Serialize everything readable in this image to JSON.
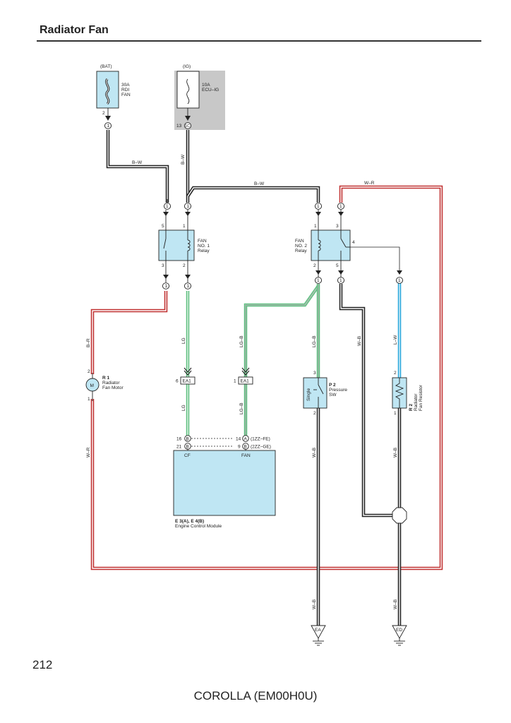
{
  "page": {
    "title": "Radiator Fan",
    "page_number": "212",
    "footer": "COROLLA (EM00H0U)"
  },
  "sources": {
    "bat": {
      "label": "(BAT)",
      "fuse": [
        "30A",
        "RDI",
        "FAN"
      ],
      "pin": "2",
      "connector": "1"
    },
    "ig": {
      "label": "(IG)",
      "fuse": [
        "10A",
        "ECU–IG"
      ],
      "pin": "13",
      "connector": "1C"
    }
  },
  "wires": {
    "bw_top": "B–W",
    "bw_vertical": "B–W",
    "bw_mid": "B–W",
    "wr_top": "W–R",
    "br": "B–R",
    "lg_upper": "LG",
    "lg_lower": "LG",
    "lgb_upper": "LG–B",
    "lgb_lower": "LG–B",
    "lgb_right": "LG–B",
    "wb_mid": "W–B",
    "lw": "L–W",
    "wr_left": "W–R",
    "wb_sw": "W–B",
    "wb_res": "W–B",
    "wb_ground_ea": "W–B",
    "wb_ground_ed": "W–B"
  },
  "relay1": {
    "name": [
      "FAN",
      "NO. 1",
      "Relay"
    ],
    "pins": [
      "5",
      "1",
      "3",
      "2"
    ]
  },
  "relay2": {
    "name": [
      "FAN",
      "NO. 2",
      "Relay"
    ],
    "pins": [
      "1",
      "3",
      "4",
      "2",
      "5"
    ]
  },
  "connectors": {
    "one": "1",
    "ea1": "EA1",
    "ea1_left_pin": "6",
    "ea1_right_pin": "1"
  },
  "motor": {
    "symbol": "M",
    "id": "R 1",
    "name": [
      "Radiator",
      "Fan Motor"
    ],
    "pin_top": "2",
    "pin_bottom": "1"
  },
  "pressure_switch": {
    "id": "P 2",
    "name": [
      "Pressure",
      "SW"
    ],
    "symbol": "Single",
    "pin_top": "3",
    "pin_bottom": "2"
  },
  "resistor": {
    "id": "R 2",
    "name": [
      "Radiator",
      "Fan Resistor"
    ],
    "pin_top": "2",
    "pin_bottom": "1"
  },
  "ecm": {
    "id": "E 3(A), E 4(B)",
    "name": "Engine Control Module",
    "left_pins": [
      "16",
      "21"
    ],
    "left_conn": "B",
    "right_pins": [
      "14",
      "9"
    ],
    "right_conns": [
      "A",
      "B"
    ],
    "variants": [
      "(1ZZ–FE)",
      "(2ZZ–GE)"
    ],
    "terminals": [
      "CF",
      "FAN"
    ]
  },
  "grounds": [
    "EA",
    "ED"
  ],
  "colors": {
    "black_wire": "#222222",
    "green_wire": "#5fbf80",
    "red_wire": "#c03030",
    "blue_wire": "#29a8dc",
    "component_fill": "#bfe6f3",
    "ig_shade": "#c8c8c8"
  }
}
